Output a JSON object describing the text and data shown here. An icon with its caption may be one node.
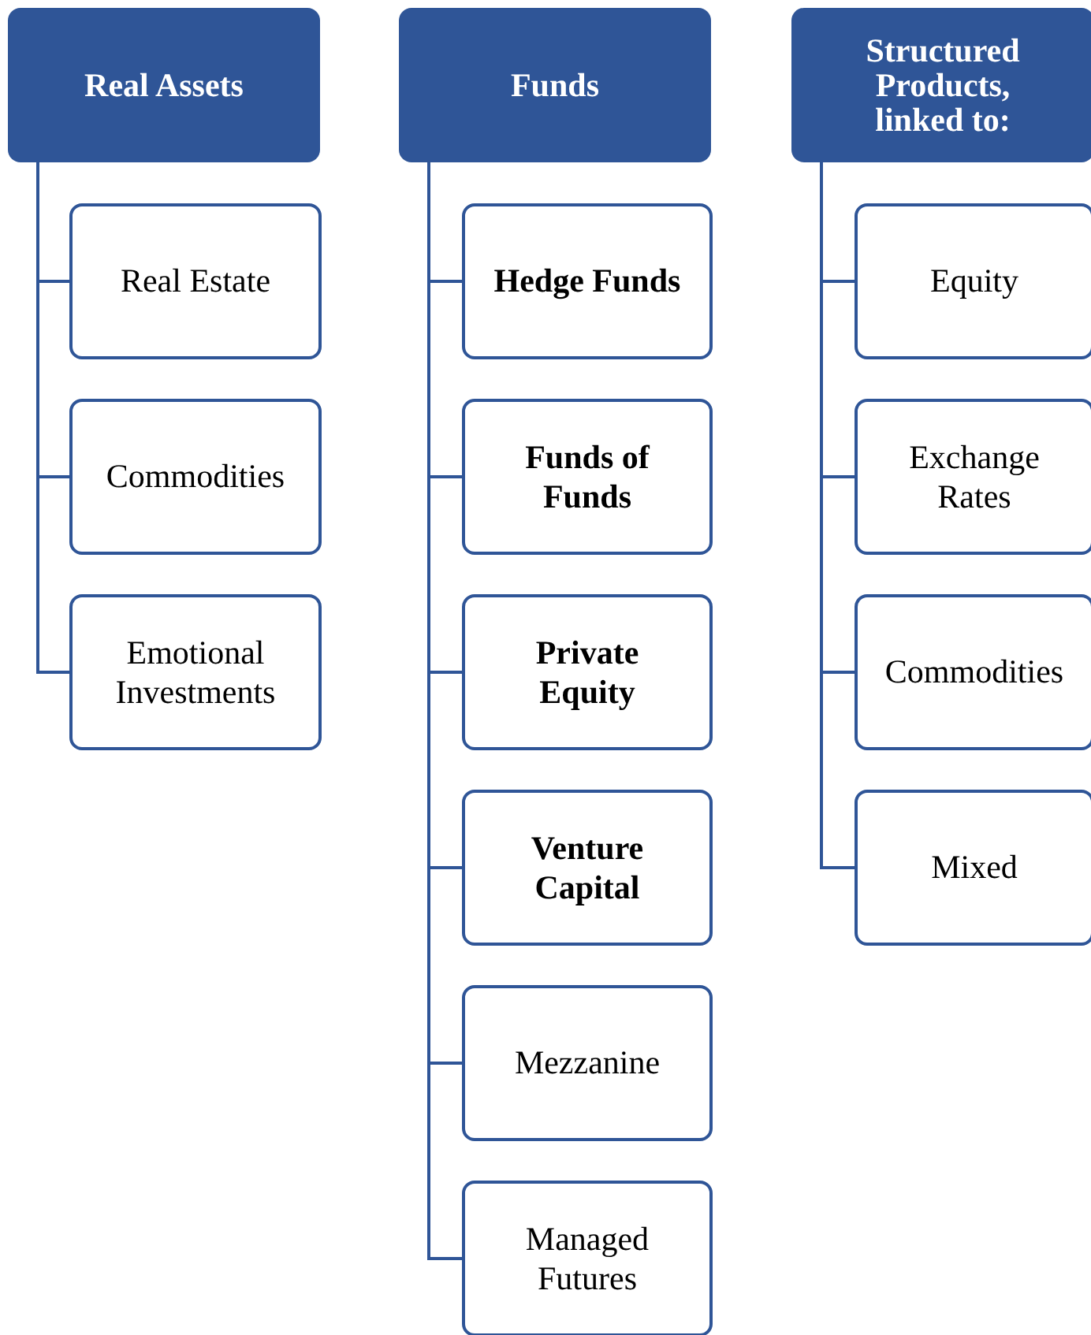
{
  "diagram": {
    "nodes": [
      {
        "text": [
          "Real Assets"
        ]
      },
      {
        "text": [
          "Real Estate"
        ]
      },
      {
        "text": [
          "Commodities"
        ]
      },
      {
        "text": [
          "Emotional Investments"
        ]
      },
      {
        "text": [
          "Funds"
        ]
      },
      {
        "text": [
          "Hedge Funds"
        ]
      },
      {
        "text": [
          "Funds of Funds"
        ]
      },
      {
        "text": [
          "Private Equity"
        ]
      },
      {
        "text": [
          "Venture Capital"
        ]
      },
      {
        "text": [
          "Mezzanine"
        ]
      },
      {
        "text": [
          "Managed Futures"
        ]
      },
      {
        "text": [
          "Structured Products, linked to:"
        ]
      },
      {
        "text": [
          "Equity"
        ]
      },
      {
        "text": [
          "Exchange Rates"
        ]
      },
      {
        "text": [
          "Commodities"
        ]
      },
      {
        "text": [
          "Mixed"
        ]
      }
    ],
    "edges": [
      {
        "from": 0,
        "to": 1,
        "arrow": "none"
      },
      {
        "from": 0,
        "to": 2,
        "arrow": "none"
      },
      {
        "from": 0,
        "to": 3,
        "arrow": "none"
      },
      {
        "from": 4,
        "to": 5,
        "arrow": "none"
      },
      {
        "from": 4,
        "to": 6,
        "arrow": "none"
      },
      {
        "from": 4,
        "to": 7,
        "arrow": "none"
      },
      {
        "from": 4,
        "to": 8,
        "arrow": "none"
      },
      {
        "from": 4,
        "to": 9,
        "arrow": "none"
      },
      {
        "from": 4,
        "to": 10,
        "arrow": "none"
      },
      {
        "from": 11,
        "to": 12,
        "arrow": "none"
      },
      {
        "from": 11,
        "to": 13,
        "arrow": "none"
      },
      {
        "from": 11,
        "to": 14,
        "arrow": "none"
      },
      {
        "from": 11,
        "to": 15,
        "arrow": "none"
      }
    ]
  }
}
